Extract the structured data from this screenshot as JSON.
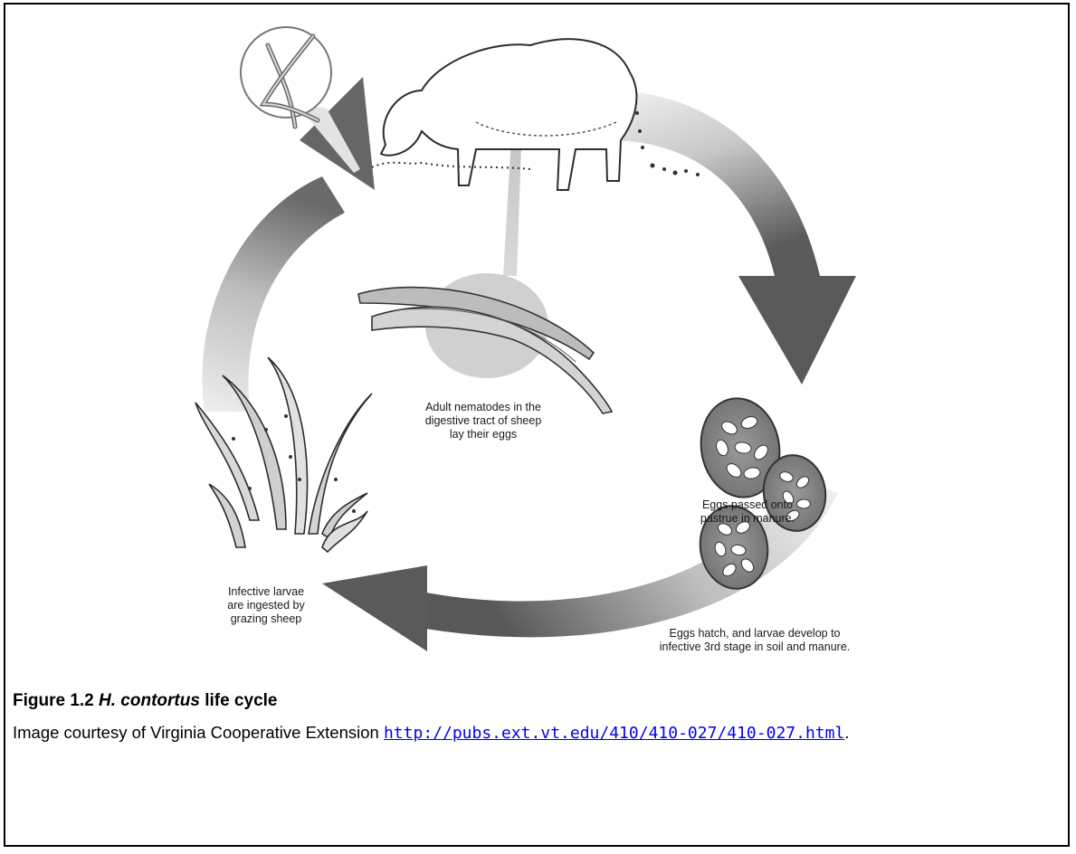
{
  "figure": {
    "number": "Figure 1.2",
    "species": "H. contortus",
    "title_suffix": "life cycle"
  },
  "labels": {
    "adult_nematodes": [
      "Adult nematodes in the",
      "digestive tract of sheep",
      "lay their eggs"
    ],
    "eggs_passed": [
      "Eggs passed onto",
      "pastrue in manure."
    ],
    "eggs_hatch": [
      "Eggs hatch, and larvae develop to",
      "infective 3rd stage in soil and manure."
    ],
    "infective_larvae": [
      "Infective larvae",
      "are ingested by",
      "grazing sheep"
    ]
  },
  "credit": {
    "text": "Image courtesy of Virginia Cooperative Extension",
    "url": "http://pubs.ext.vt.edu/410/410-027/410-027.html",
    "trailing": "."
  },
  "colors": {
    "arrow_dark": "#5f5f5f",
    "arrow_light": "#e4e4e4",
    "spotlight": "#c9c9c9",
    "link": "#0000ee"
  }
}
